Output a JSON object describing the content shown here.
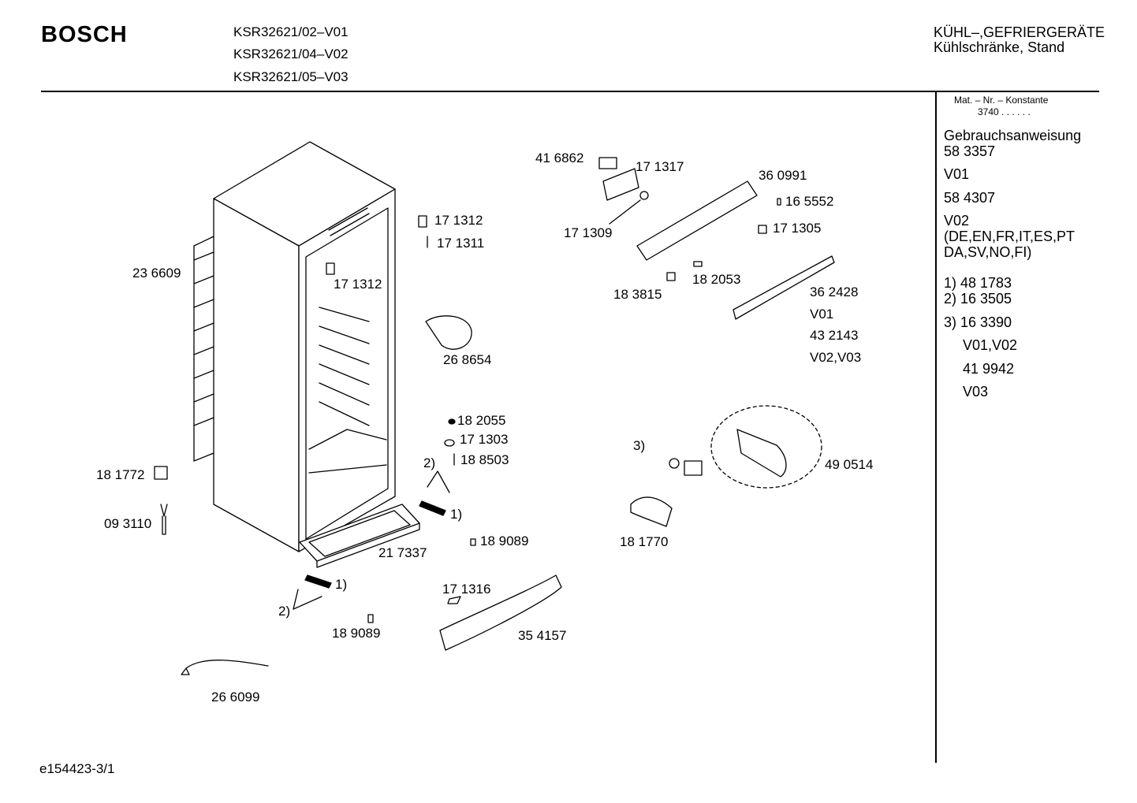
{
  "header": {
    "brand": "BOSCH",
    "models": [
      "KSR32621/02–V01",
      "KSR32621/04–V02",
      "KSR32621/05–V03"
    ],
    "category": "KÜHL–,GEFRIERGERÄTE",
    "subcategory": "Kühlschränke, Stand"
  },
  "sidebar": {
    "mat_label": "Mat. – Nr. – Konstante",
    "mat_value": "3740 . . . . . .",
    "lines": [
      "Gebrauchsanweisung",
      "58 3357",
      "V01",
      "58 4307",
      "V02",
      "(DE,EN,FR,IT,ES,PT",
      "DA,SV,NO,FI)",
      "1) 48 1783",
      "2) 16 3505",
      "3) 16 3390",
      "V01,V02",
      "41 9942",
      "V03"
    ]
  },
  "parts": [
    "23 6609",
    "17 1312",
    "17 1311",
    "17 1312",
    "26 8654",
    "18 2055",
    "17 1303",
    "18 8503",
    "2)",
    "18 1772",
    "09 3110",
    "1)",
    "21 7337",
    "18 9089",
    "1)",
    "2)",
    "18 9089",
    "17 1316",
    "35 4157",
    "26 6099",
    "41 6862",
    "17 1317",
    "36 0991",
    "16 5552",
    "17 1309",
    "17 1305",
    "18 3815",
    "18 2053",
    "36 2428",
    "V01",
    "43 2143",
    "V02,V03",
    "3)",
    "49 0514",
    "18 1770"
  ],
  "footer": {
    "code": "e154423-3/1"
  }
}
